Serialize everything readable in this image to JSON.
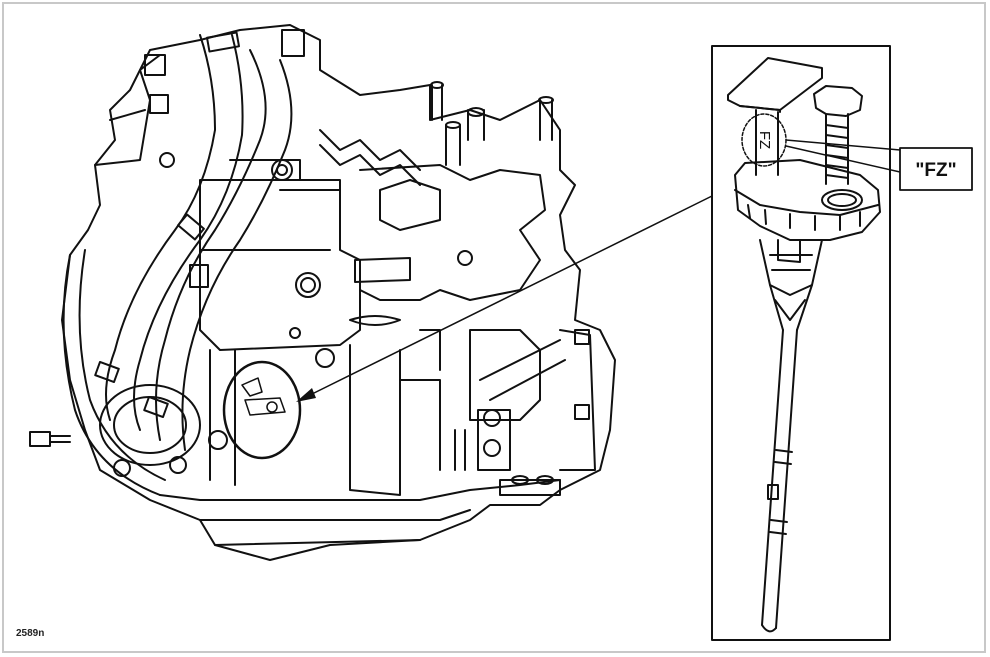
{
  "diagram": {
    "callout_label": "\"FZ\"",
    "dipstick_marking": "FZ",
    "figure_id": "2589n"
  },
  "colors": {
    "line": "#111111",
    "background": "#ffffff",
    "frame": "#c8c8c8"
  }
}
